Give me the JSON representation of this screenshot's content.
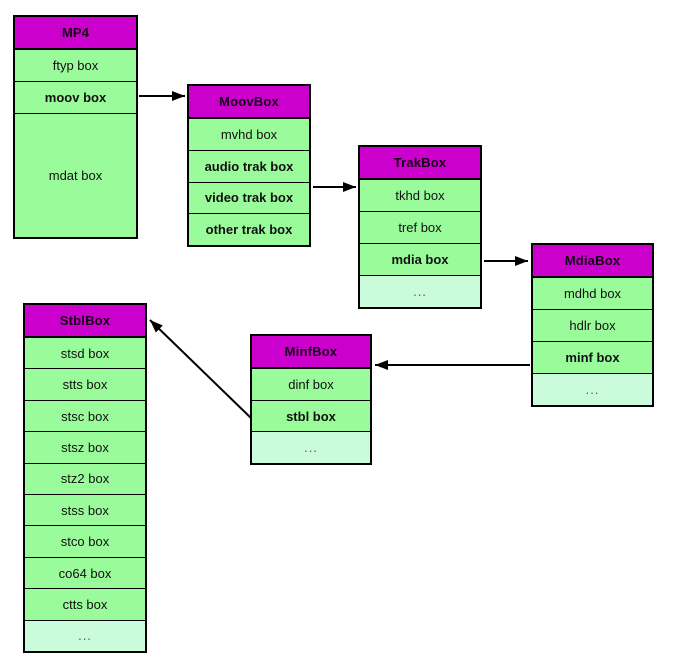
{
  "diagram": {
    "title": "MP4",
    "colors": {
      "header_fill": "#cc00cc",
      "row_fill": "#99fb99",
      "dim_row_fill": "#cafcdc",
      "border": "#000000",
      "background": "#ffffff"
    },
    "boxes": [
      {
        "id": "mp4",
        "title": "MP4",
        "rows": [
          {
            "label": "ftyp box"
          },
          {
            "label": "moov box",
            "bold": true
          },
          {
            "label": "mdat box",
            "grow": true
          }
        ]
      },
      {
        "id": "moovbox",
        "title": "MoovBox",
        "rows": [
          {
            "label": "mvhd box"
          },
          {
            "label": "audio trak box",
            "bold": true
          },
          {
            "label": "video trak box",
            "bold": true
          },
          {
            "label": "other trak box",
            "bold": true
          }
        ]
      },
      {
        "id": "trakbox",
        "title": "TrakBox",
        "rows": [
          {
            "label": "tkhd box"
          },
          {
            "label": "tref box"
          },
          {
            "label": "mdia box",
            "bold": true
          },
          {
            "label": "...",
            "dim": true
          }
        ]
      },
      {
        "id": "mdiabox",
        "title": "MdiaBox",
        "rows": [
          {
            "label": "mdhd box"
          },
          {
            "label": "hdlr box"
          },
          {
            "label": "minf box",
            "bold": true
          },
          {
            "label": "...",
            "dim": true
          }
        ]
      },
      {
        "id": "minfbox",
        "title": "MinfBox",
        "rows": [
          {
            "label": "dinf box"
          },
          {
            "label": "stbl box",
            "bold": true
          },
          {
            "label": "...",
            "dim": true
          }
        ]
      },
      {
        "id": "stblbox",
        "title": "StblBox",
        "rows": [
          {
            "label": "stsd box"
          },
          {
            "label": "stts box"
          },
          {
            "label": "stsc box"
          },
          {
            "label": "stsz box"
          },
          {
            "label": "stz2 box"
          },
          {
            "label": "stss box"
          },
          {
            "label": "stco box"
          },
          {
            "label": "co64 box"
          },
          {
            "label": "ctts box"
          },
          {
            "label": "...",
            "dim": true
          }
        ]
      }
    ],
    "arrows": [
      {
        "from_box": "MP4",
        "from_row": "moov box",
        "to_box": "MoovBox"
      },
      {
        "from_box": "MoovBox",
        "from_row": "trak boxes",
        "to_box": "TrakBox"
      },
      {
        "from_box": "TrakBox",
        "from_row": "mdia box",
        "to_box": "MdiaBox"
      },
      {
        "from_box": "MdiaBox",
        "from_row": "minf box",
        "to_box": "MinfBox"
      },
      {
        "from_box": "MinfBox",
        "from_row": "stbl box",
        "to_box": "StblBox"
      }
    ]
  }
}
